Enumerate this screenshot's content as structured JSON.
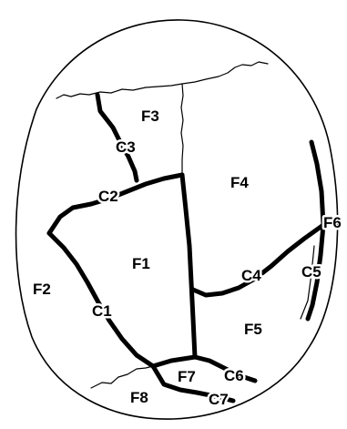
{
  "regions": [
    {
      "id": "F1",
      "label": "F1"
    },
    {
      "id": "F2",
      "label": "F2"
    },
    {
      "id": "F3",
      "label": "F3"
    },
    {
      "id": "F4",
      "label": "F4"
    },
    {
      "id": "F5",
      "label": "F5"
    },
    {
      "id": "F6",
      "label": "F6"
    },
    {
      "id": "F7",
      "label": "F7"
    },
    {
      "id": "F8",
      "label": "F8"
    }
  ],
  "cracks": [
    {
      "id": "C1",
      "label": "C1"
    },
    {
      "id": "C2",
      "label": "C2"
    },
    {
      "id": "C3",
      "label": "C3"
    },
    {
      "id": "C4",
      "label": "C4"
    },
    {
      "id": "C5",
      "label": "C5"
    },
    {
      "id": "C6",
      "label": "C6"
    },
    {
      "id": "C7",
      "label": "C7"
    }
  ],
  "colors": {
    "ink": "#000000",
    "background": "#ffffff"
  }
}
